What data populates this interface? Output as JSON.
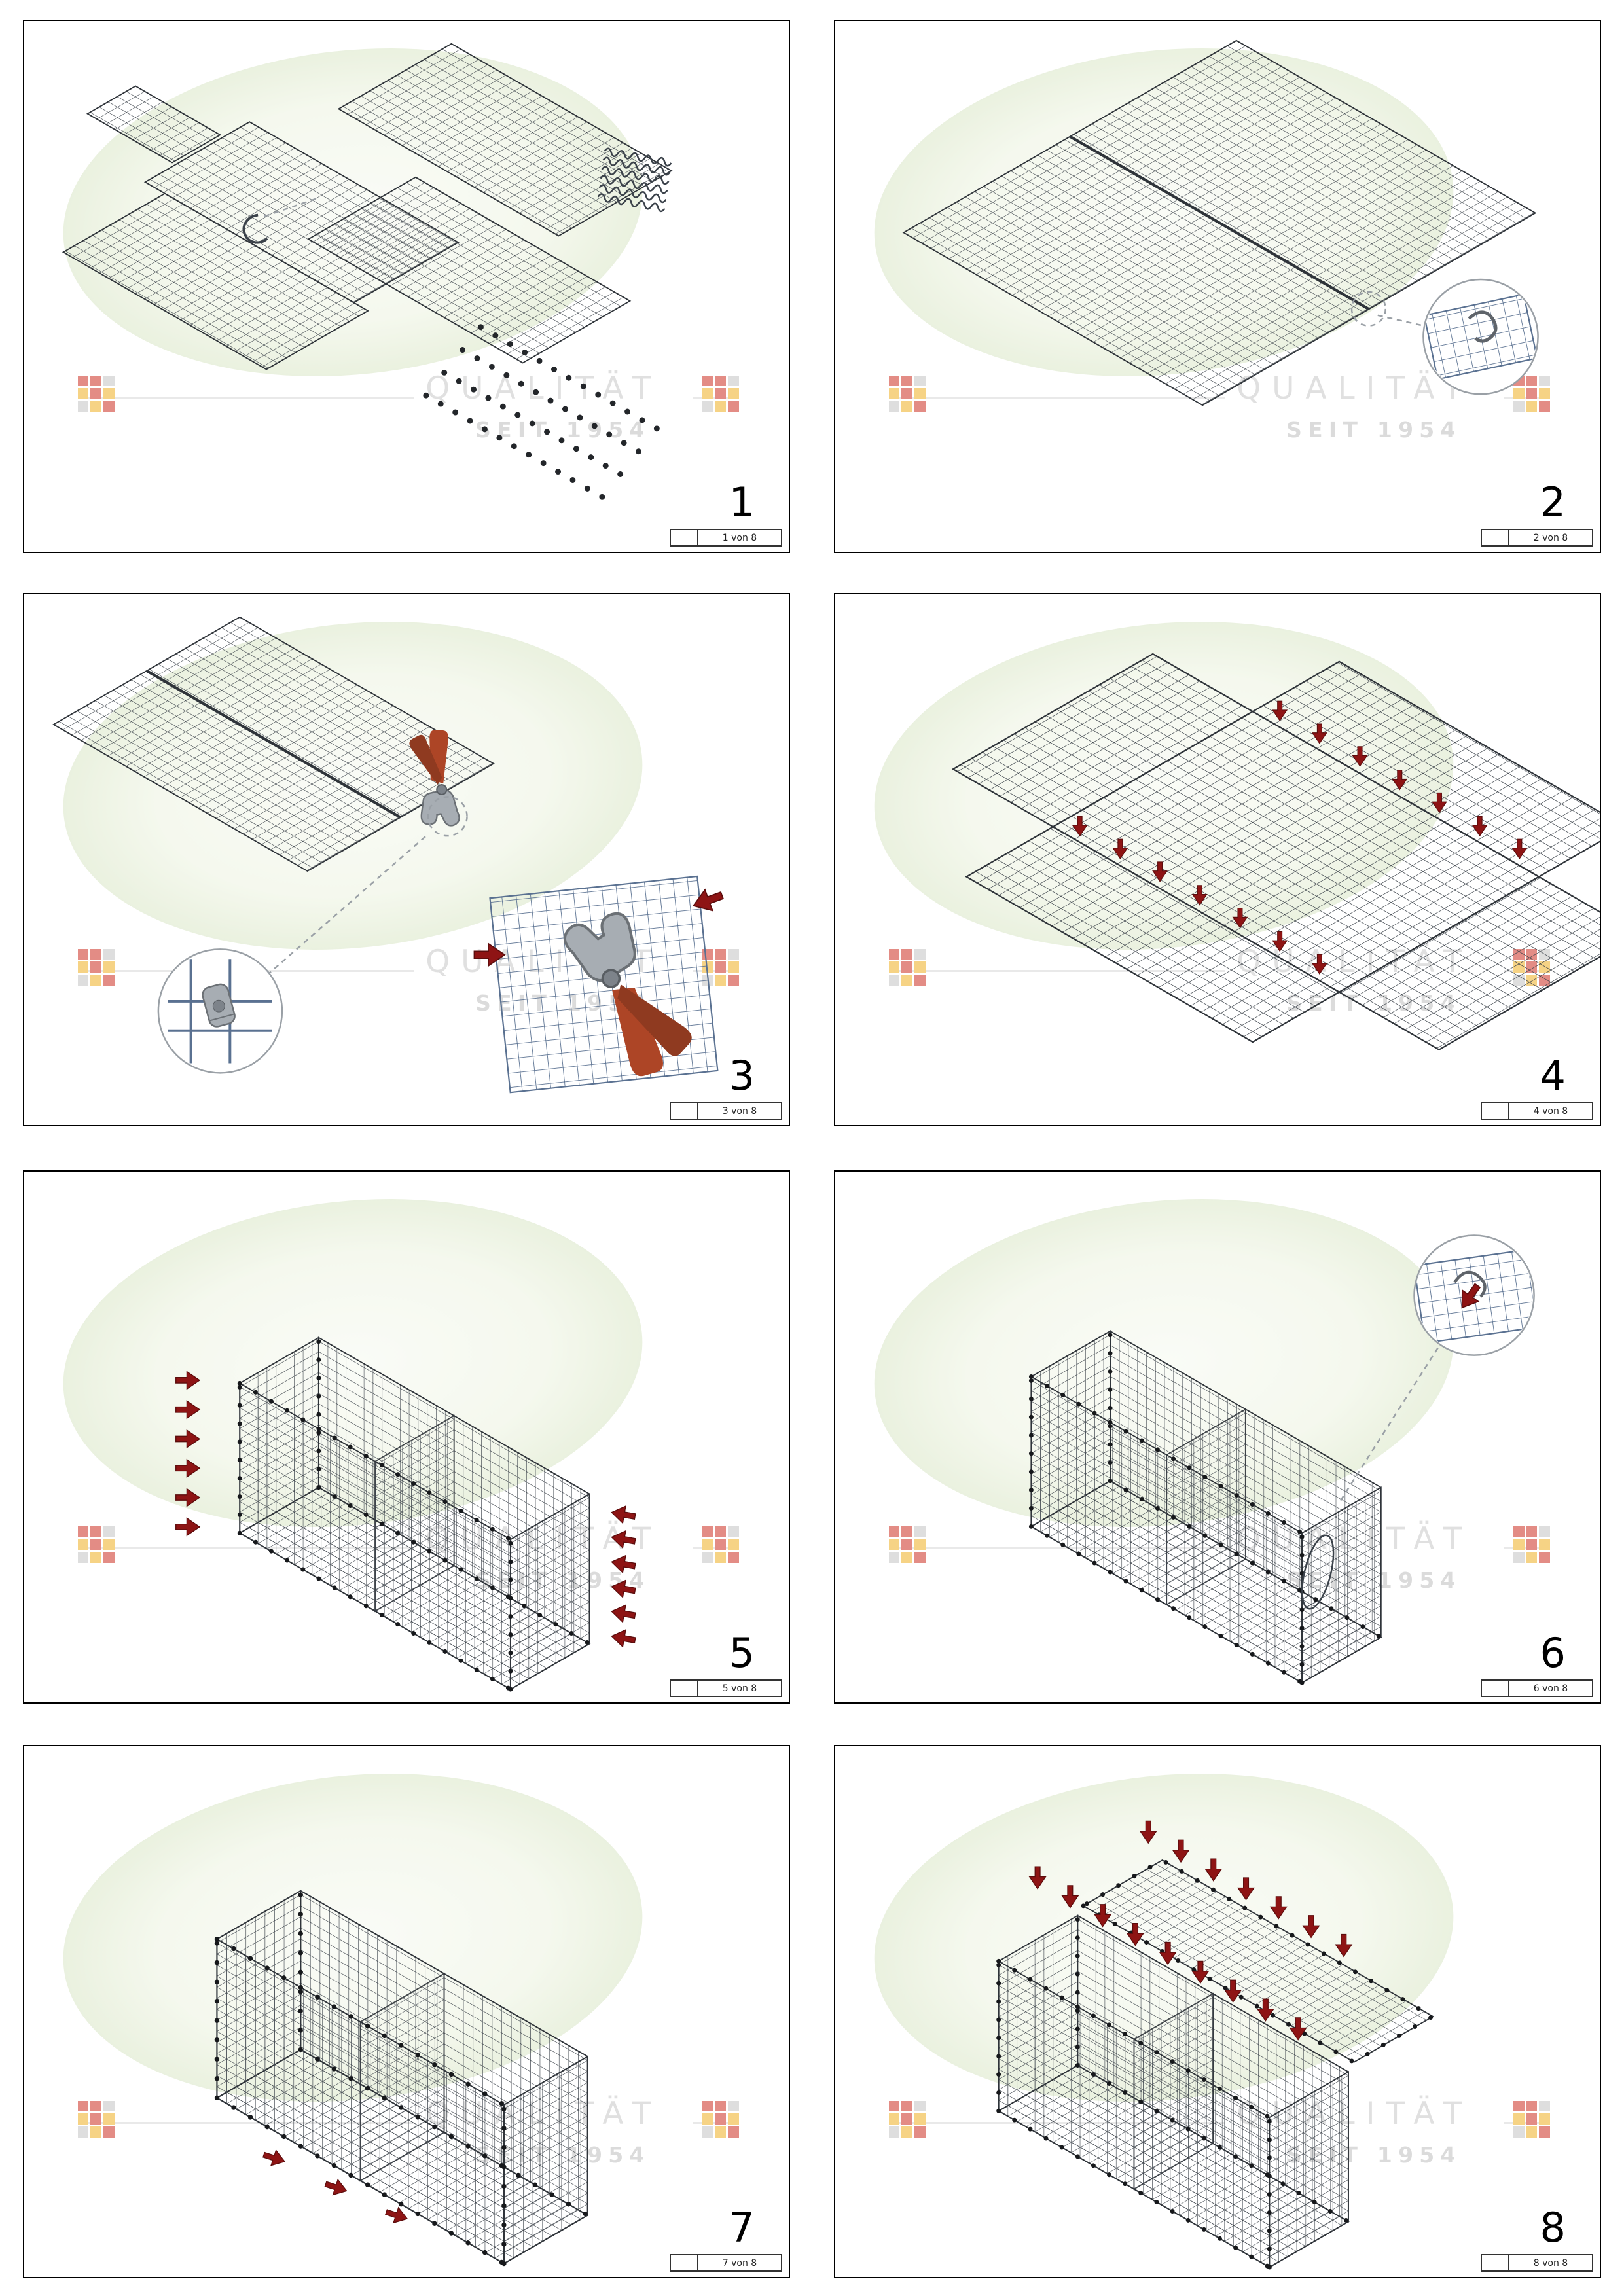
{
  "watermark": {
    "title": "QUALITÄT",
    "subtitle": "SEIT 1954"
  },
  "steps": [
    {
      "number": "1",
      "page_label": "1 von 8"
    },
    {
      "number": "2",
      "page_label": "2 von 8"
    },
    {
      "number": "3",
      "page_label": "3 von 8"
    },
    {
      "number": "4",
      "page_label": "4 von 8"
    },
    {
      "number": "5",
      "page_label": "5 von 8"
    },
    {
      "number": "6",
      "page_label": "6 von 8"
    },
    {
      "number": "7",
      "page_label": "7 von 8"
    },
    {
      "number": "8",
      "page_label": "8 von 8"
    }
  ],
  "colors": {
    "mesh_wire": "#3b424a",
    "detail_wire": "#5a7191",
    "arrow_red": "#8e1414",
    "watermark_green": "#dce8c9",
    "logo_red": "#cf3b2f",
    "logo_yellow": "#f0b52e"
  }
}
